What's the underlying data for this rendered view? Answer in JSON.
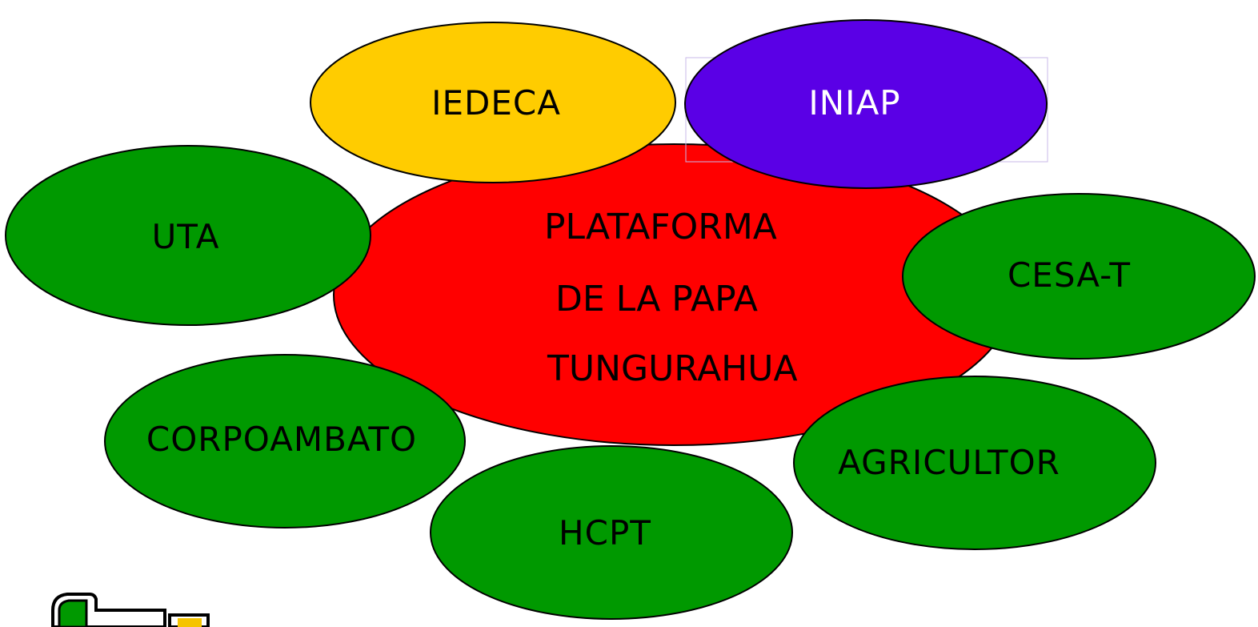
{
  "center": {
    "lines": [
      "PLATAFORMA",
      "DE LA PAPA",
      "TUNGURAHUA"
    ],
    "color": "#ff0000"
  },
  "nodes": {
    "iedeca": {
      "label": "IEDECA",
      "color": "#ffcc00",
      "text_color": "#000000"
    },
    "iniap": {
      "label": "INIAP",
      "color": "#5a00e6",
      "text_color": "#ffffff"
    },
    "uta": {
      "label": "UTA",
      "color": "#009900",
      "text_color": "#000000"
    },
    "cesat": {
      "label": "CESA-T",
      "color": "#009900",
      "text_color": "#000000"
    },
    "corpoambato": {
      "label": "CORPOAMBATO",
      "color": "#009900",
      "text_color": "#000000"
    },
    "agricultor": {
      "label": "AGRICULTOR",
      "color": "#009900",
      "text_color": "#000000"
    },
    "hcpt": {
      "label": "HCPT",
      "color": "#009900",
      "text_color": "#000000"
    }
  },
  "clipart": {
    "icon": "pencil-clipart-icon"
  }
}
